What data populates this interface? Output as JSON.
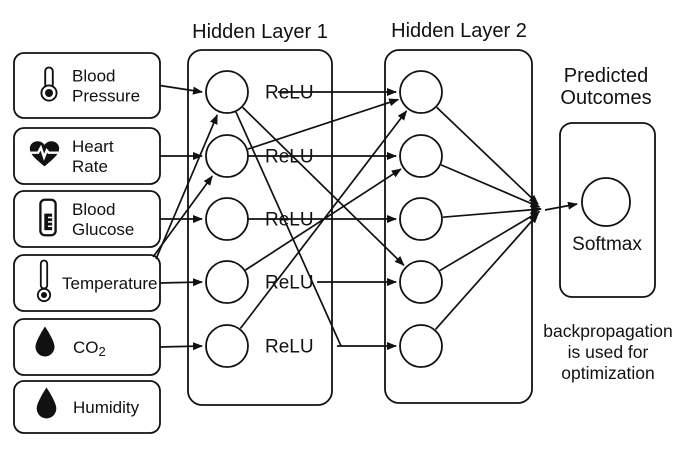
{
  "colors": {
    "ink": "#111111",
    "background": "#ffffff"
  },
  "titles": {
    "hidden_layer_1": "Hidden Layer 1",
    "hidden_layer_2": "Hidden Layer 2"
  },
  "inputs": [
    {
      "icon": "thermometer-icon",
      "lines": [
        "Blood",
        "Pressure"
      ]
    },
    {
      "icon": "heart-pulse-icon",
      "lines": [
        "Heart",
        "Rate"
      ]
    },
    {
      "icon": "glucose-vial-icon",
      "lines": [
        "Blood",
        "Glucose"
      ]
    },
    {
      "icon": "thermometer-slim-icon",
      "lines": [
        "Temperature"
      ]
    },
    {
      "icon": "droplet-icon",
      "lines": [
        "CO₂"
      ]
    },
    {
      "icon": "droplet-icon",
      "lines": [
        "Humidity"
      ]
    }
  ],
  "hidden1": {
    "activation_label": "ReLU",
    "neuron_count": 5
  },
  "hidden2": {
    "neuron_count": 5
  },
  "output": {
    "panel_title_lines": [
      "Predicted",
      "Outcomes"
    ],
    "activation_label": "Softmax",
    "neuron_count": 1
  },
  "note": {
    "lines": [
      "backpropagation",
      "is used for",
      "optimization"
    ]
  },
  "network": {
    "edges_input_h1": [
      [
        0,
        0
      ],
      [
        1,
        1
      ],
      [
        2,
        2
      ],
      [
        3,
        3
      ],
      [
        4,
        4
      ]
    ],
    "corner_edges_to": [
      0,
      1
    ],
    "edges_h1_h2_horizontal": [
      [
        0,
        0
      ],
      [
        1,
        1
      ],
      [
        2,
        2
      ],
      [
        3,
        3
      ],
      [
        4,
        4
      ]
    ],
    "edges_h1_h2_diagonal": [
      [
        1,
        0
      ],
      [
        4,
        0
      ],
      [
        3,
        1
      ],
      [
        0,
        3
      ]
    ],
    "edge_h1_h2_merge": [
      0,
      4
    ],
    "edges_h2_output": [
      0,
      1,
      2,
      3,
      4
    ]
  }
}
